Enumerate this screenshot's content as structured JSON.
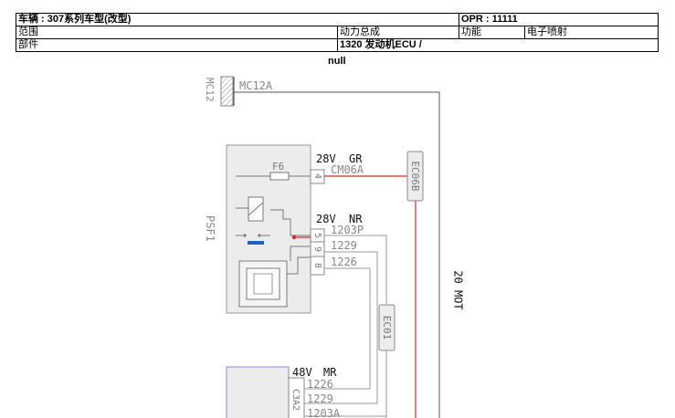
{
  "header": {
    "vehicle_label": "车辆 : ",
    "vehicle_value": "307系列车型(改型)",
    "opr_label": "OPR : ",
    "opr_value": "11111",
    "scope_label": "范围",
    "scope_value": "动力总成",
    "function_label": "功能",
    "function_value": "电子喷射",
    "part_label": "部件",
    "part_value": "1320 发动机ECU /"
  },
  "null_label": "null",
  "diagram": {
    "ground_label": "MC12",
    "ground_wire": "MC12A",
    "psf_label": "PSF1",
    "fuse_label": "F6",
    "conn_top": {
      "voltage": "28V",
      "color": "GR",
      "pin": "4",
      "wire": "CM06A"
    },
    "splice_top": "EC06B",
    "conn_mid": {
      "voltage": "28V",
      "color": "NR",
      "pins": [
        "5",
        "9",
        "8"
      ],
      "wires": [
        "1203P",
        "1229",
        "1226"
      ]
    },
    "splice_mid": "EC01",
    "conn_bottom": {
      "voltage": "48V",
      "color": "MR",
      "block": "C3A2",
      "wires": [
        "1226",
        "1229",
        "1203A"
      ]
    },
    "right_label": "20 MOT",
    "colors": {
      "red": "#d9262c",
      "blue": "#1f5fbf",
      "wire": "#9a9a9a",
      "box": "#ececec"
    }
  }
}
